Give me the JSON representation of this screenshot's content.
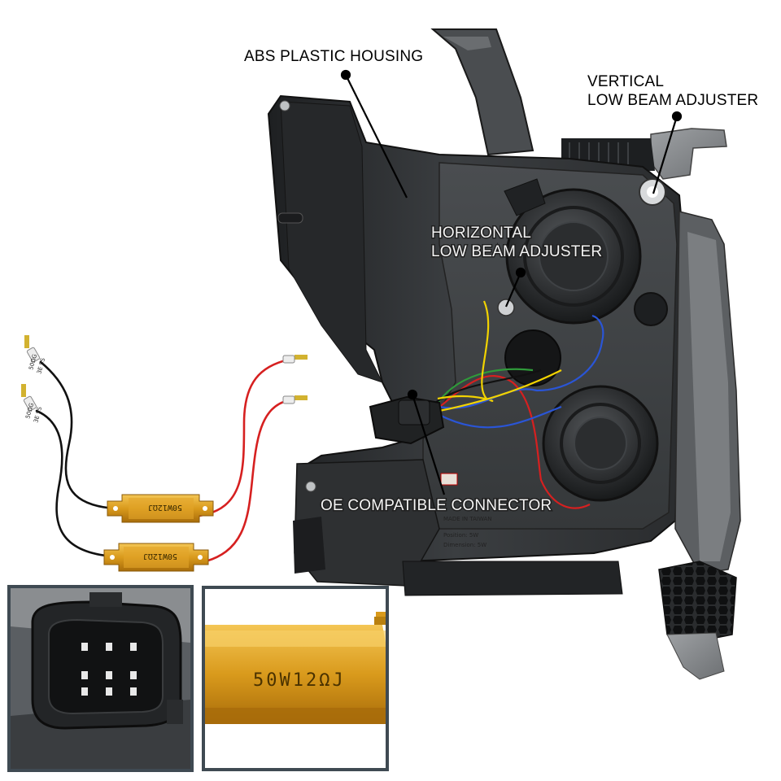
{
  "callouts": {
    "abs_housing": "ABS PLASTIC HOUSING",
    "vertical_line1": "VERTICAL",
    "vertical_line2": "LOW BEAM ADJUSTER",
    "horizontal_line1": "HORIZONTAL",
    "horizontal_line2": "LOW BEAM ADJUSTER",
    "connector": "OE COMPATIBLE CONNECTOR"
  },
  "resistor": {
    "marking": "50W12ΩJ",
    "inset_marking": "50W12ΩJ",
    "tag_line1": "50ΩG",
    "tag_line2": "3E 5S"
  },
  "colors": {
    "housing_dark": "#2d2f31",
    "housing_mid": "#44474a",
    "resistor_gold": "#d99a1c",
    "wire_red": "#d62020",
    "wire_black": "#111111",
    "wire_yellow": "#f2d300",
    "wire_blue": "#2a55d6",
    "wire_green": "#2f9a3a",
    "inset_border": "#3f4a52"
  }
}
